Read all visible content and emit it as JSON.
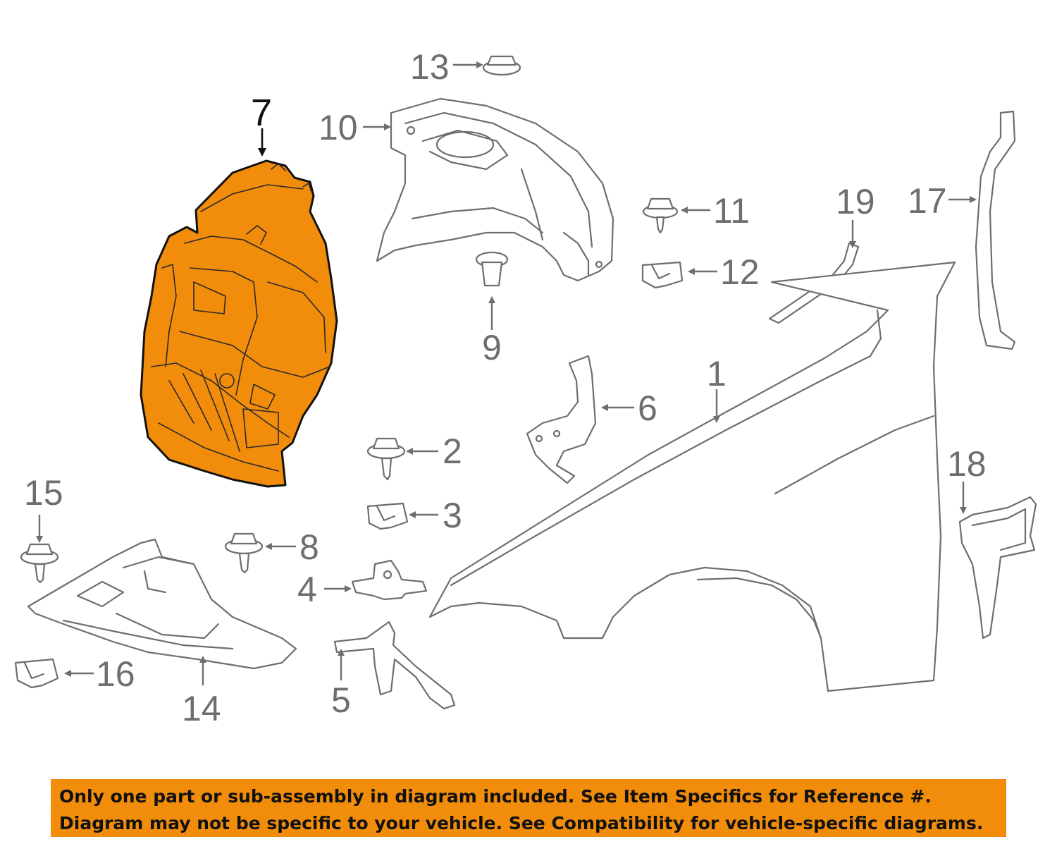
{
  "diagram": {
    "highlight_color": "#f28c0b",
    "highlighted_part": "7",
    "callouts": [
      "1",
      "2",
      "3",
      "4",
      "5",
      "6",
      "7",
      "8",
      "9",
      "10",
      "11",
      "12",
      "13",
      "14",
      "15",
      "16",
      "17",
      "18",
      "19"
    ]
  },
  "notice": {
    "line1": "Only one part or sub-assembly in diagram included. See Item Specifics for Reference #.",
    "line2": "Diagram may not be specific to your vehicle. See Compatibility for vehicle-specific diagrams.",
    "background": "#f28c0b"
  }
}
